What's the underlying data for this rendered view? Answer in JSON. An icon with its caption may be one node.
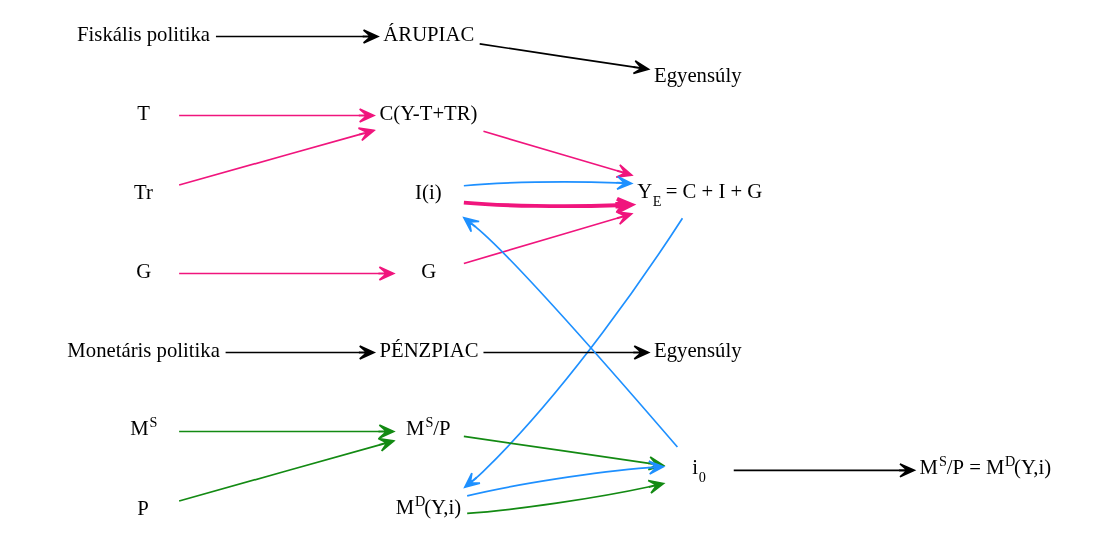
{
  "diagram": {
    "nodes": [
      {
        "text": [
          "Fiskális politika"
        ]
      },
      {
        "text": [
          "ÁRUPIAC"
        ]
      },
      {
        "text": [
          "Egyensúly"
        ]
      },
      {
        "text": [
          "T"
        ]
      },
      {
        "text": [
          "Tr"
        ]
      },
      {
        "text": [
          "G"
        ]
      },
      {
        "text": [
          "C(Y-T+TR)"
        ]
      },
      {
        "text": [
          "I(i)"
        ]
      },
      {
        "text": [
          "G"
        ]
      },
      {
        "text": [
          "Y$_{E}$ = C + I + G"
        ]
      },
      {
        "text": [
          "Monetáris politika"
        ]
      },
      {
        "text": [
          "PÉNZPIAC"
        ]
      },
      {
        "text": [
          "Egyensúly"
        ]
      },
      {
        "text": [
          "M$^{S}$"
        ]
      },
      {
        "text": [
          "P"
        ]
      },
      {
        "text": [
          "M$^{S}$/P"
        ]
      },
      {
        "text": [
          "M$^{D}$(Y,i)"
        ]
      },
      {
        "text": [
          "i$_{0}$"
        ]
      },
      {
        "text": [
          "M$^{S}$/P = M$^{D}$(Y,i)"
        ]
      }
    ],
    "edges": [
      {
        "from": 0,
        "to": 1,
        "arrow": "to",
        "color": "#000000"
      },
      {
        "from": 1,
        "to": 2,
        "arrow": "to",
        "color": "#000000"
      },
      {
        "from": 3,
        "to": 6,
        "arrow": "to",
        "color": "#f0157d"
      },
      {
        "from": 4,
        "to": 6,
        "arrow": "to",
        "color": "#f0157d"
      },
      {
        "from": 5,
        "to": 8,
        "arrow": "to",
        "color": "#f0157d"
      },
      {
        "from": 6,
        "to": 9,
        "arrow": "to",
        "color": "#f0157d"
      },
      {
        "from": 7,
        "to": 9,
        "arrow": "to",
        "color": "#f0157d",
        "style": "thick"
      },
      {
        "from": 7,
        "to": 9,
        "arrow": "to",
        "color": "#1e90ff"
      },
      {
        "from": 8,
        "to": 9,
        "arrow": "to",
        "color": "#f0157d"
      },
      {
        "from": 17,
        "to": 7,
        "arrow": "to",
        "color": "#1e90ff"
      },
      {
        "from": 9,
        "to": 16,
        "arrow": "to",
        "color": "#1e90ff"
      },
      {
        "from": 10,
        "to": 11,
        "arrow": "to",
        "color": "#000000"
      },
      {
        "from": 11,
        "to": 12,
        "arrow": "to",
        "color": "#000000"
      },
      {
        "from": 13,
        "to": 15,
        "arrow": "to",
        "color": "#138a13"
      },
      {
        "from": 14,
        "to": 15,
        "arrow": "to",
        "color": "#138a13"
      },
      {
        "from": 16,
        "to": 17,
        "arrow": "to",
        "color": "#138a13"
      },
      {
        "from": 16,
        "to": 17,
        "arrow": "to",
        "color": "#1e90ff"
      },
      {
        "from": 15,
        "to": 17,
        "arrow": "to",
        "color": "#138a13"
      },
      {
        "from": 17,
        "to": 18,
        "arrow": "to",
        "color": "#000000"
      }
    ]
  }
}
